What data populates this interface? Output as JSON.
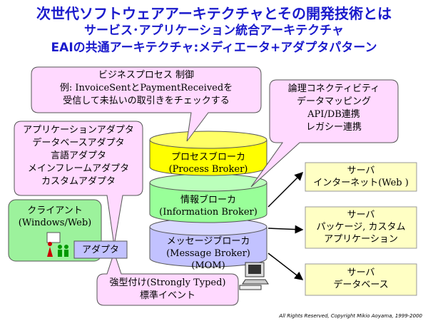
{
  "title": {
    "line1": "次世代ソフトウェアアーキテクチャとその開発技術とは",
    "line2": "サービス･アプリケーション統合アーキテクチャ",
    "line3": "EAIの共通アーキテクチャ:メディエータ+アダプタパターン"
  },
  "callout_process": {
    "lines": [
      "ビジネスプロセス 制御",
      "例: InvoiceSentとPaymentReceivedを",
      "受信して未払いの取引きをチェックする"
    ]
  },
  "callout_info": {
    "lines": [
      "論理コネクティビティ",
      "データマッピング",
      "API/DB連携",
      "レガシー連携"
    ]
  },
  "callout_adapter": {
    "lines": [
      "アプリケーションアダプタ",
      "データベースアダプタ",
      "言語アダプタ",
      "メインフレームアダプタ",
      "カスタムアダプタ"
    ]
  },
  "callout_typed": {
    "lines": [
      "強型付け(Strongly Typed)",
      "標準イベント"
    ]
  },
  "brokers": {
    "process": [
      "プロセスブローカ",
      "(Process Broker)"
    ],
    "info": [
      "情報ブローカ",
      "(Information Broker)"
    ],
    "message": [
      "メッセージブローカ",
      "(Message Broker)",
      "(MOM)"
    ]
  },
  "client": {
    "lines": [
      "クライアント",
      "(Windows/Web)"
    ],
    "adapter_label": "アダプタ"
  },
  "servers": [
    {
      "lines": [
        "サーバ",
        "インターネット(Web )"
      ]
    },
    {
      "lines": [
        "サーバ",
        "パッケージ, カスタム",
        "アプリケーション"
      ]
    },
    {
      "lines": [
        "サーバ",
        "データベース"
      ]
    }
  ],
  "copyright": "All Rights Reserved, Copyright Mikio Aoyama, 1999-2000",
  "colors": {
    "title": "#1a1acc",
    "callout_fill": "#ffd9ff",
    "process_fill": "#ffff00",
    "info_fill": "#99ff99",
    "message_fill": "#c2c2ff",
    "server_fill": "#ffffc4",
    "client_fill": "#9cf29c"
  }
}
